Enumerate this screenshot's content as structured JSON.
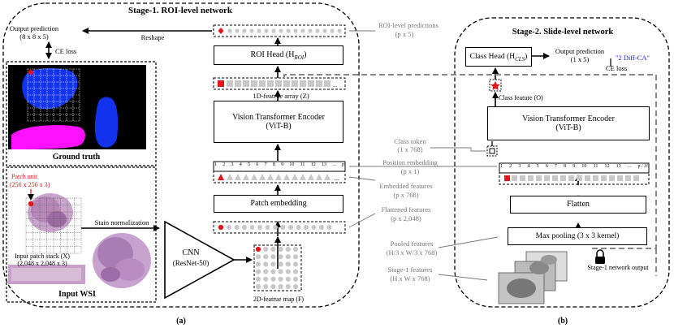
{
  "stage1": {
    "title": "Stage-1. ROI-level network",
    "output_prediction": "Output prediction",
    "output_size": "(8 x 8 x 5)",
    "ce_loss": "CE loss",
    "reshape": "Reshape",
    "ground_truth": "Ground truth",
    "input_wsi": "Input WSI",
    "patch_unit": "Patch unit",
    "patch_unit_size": "(256 x 256 x 3)",
    "patch_stack": "Input patch stack (X)",
    "patch_stack_size": "(2,048 x 2,048 x 3)",
    "stain_norm": "Stain normalization",
    "cnn": "CNN",
    "cnn_model": "(ResNet-50)",
    "feature_map_2d": "2D-featrue map (F)",
    "patch_embedding": "Patch embedding",
    "vit_encoder": "Vision Transformer Encoder",
    "vit_model": "(ViT-B)",
    "feature_array_1d": "1D-featrue array (Z)",
    "roi_head": "ROI Head (H",
    "roi_head_sub": "ROI",
    "position_numbers": [
      "1",
      "2",
      "3",
      "4",
      "5",
      "6",
      "7",
      "8",
      "9",
      "10",
      "11",
      "12",
      "13",
      "...",
      "p"
    ],
    "panel_label": "(a)"
  },
  "middle": {
    "roi_predictions": "ROI-level predictions",
    "roi_predictions_size": "(p x 5)",
    "class_token": "Class token",
    "class_token_size": "(1 x 768)",
    "position_embedding": "Position embedding",
    "position_embedding_size": "(p x 1)",
    "embedded_features": "Embedded features",
    "embedded_features_size": "(p x 768)",
    "flattened_features": "Flattened features",
    "flattened_features_size": "(p x 2,048)",
    "pooled_features": "Pooled features",
    "pooled_features_size": "(H/3 x W/3 x 768)",
    "stage1_features": "Stage-1 features",
    "stage1_features_size": "(H x W x 768)"
  },
  "stage2": {
    "title": "Stage-2. Slide-level network",
    "class_head": "Class Head (H",
    "class_head_sub": "CLS",
    "output_prediction": "Output prediction",
    "output_size": "(1 x 5)",
    "ce_loss": "CE loss",
    "diff_label": "\"2 Diff-CA\"",
    "class_feature": "Class feature (O)",
    "vit_encoder": "Vision Transformer Encoder",
    "vit_model": "(ViT-B)",
    "flatten": "Flatten",
    "max_pooling": "Max pooling (3 x 3 kernel)",
    "network_output": "Stage-1 network output",
    "position_numbers": [
      "1",
      "2",
      "3",
      "4",
      "5",
      "6",
      "7",
      "8",
      "9",
      "10",
      "11",
      "12",
      "13",
      "...",
      "p / 3²"
    ],
    "panel_label": "(b)"
  },
  "colors": {
    "accent_red": "#e4141b",
    "token_gray": "#c8c8c8",
    "annotation_blue": "#1b1bd6",
    "tissue_blue": "#1133ee",
    "tissue_magenta": "#ff11ff"
  }
}
